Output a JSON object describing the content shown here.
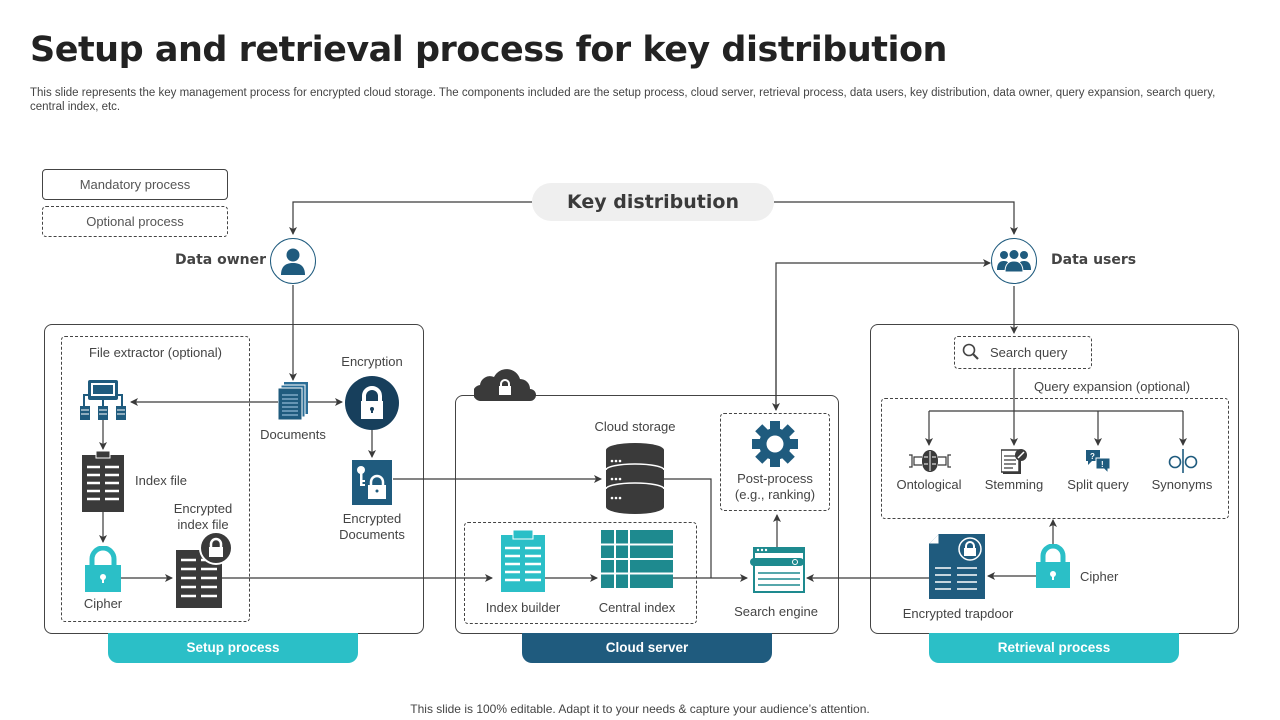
{
  "header": {
    "title": "Setup and retrieval process for key distribution",
    "subtitle": "This slide represents the key management process for encrypted cloud storage. The components included are the setup process, cloud server, retrieval process, data users, key distribution, data owner, query expansion, search query, central index, etc."
  },
  "legend": {
    "mandatory": "Mandatory process",
    "optional": "Optional process"
  },
  "key_distribution": "Key distribution",
  "actors": {
    "data_owner": "Data owner",
    "data_users": "Data users"
  },
  "setup": {
    "tag": "Setup process",
    "file_extractor": "File extractor (optional)",
    "index_file": "Index file",
    "cipher": "Cipher",
    "encrypted_index_file": [
      "Encrypted",
      "index file"
    ],
    "documents": "Documents",
    "encryption": "Encryption",
    "encrypted_documents": [
      "Encrypted",
      "Documents"
    ]
  },
  "cloud": {
    "tag": "Cloud server",
    "cloud_storage": "Cloud storage",
    "post_process": [
      "Post-process",
      "(e.g., ranking)"
    ],
    "index_builder": "Index builder",
    "central_index": "Central index",
    "search_engine": "Search engine"
  },
  "retrieval": {
    "tag": "Retrieval process",
    "search_query": "Search query",
    "query_expansion": "Query expansion (optional)",
    "expansions": [
      "Ontological",
      "Stemming",
      "Split query",
      "Synonyms"
    ],
    "encrypted_trapdoor": "Encrypted trapdoor",
    "cipher": "Cipher"
  },
  "colors": {
    "teal": "#2bbfc7",
    "navy": "#1f5b7e",
    "dark": "#3a3a3a",
    "teal_dark": "#1e8a8f"
  },
  "footer": "This slide is 100% editable. Adapt it to your needs & capture your audience’s attention."
}
